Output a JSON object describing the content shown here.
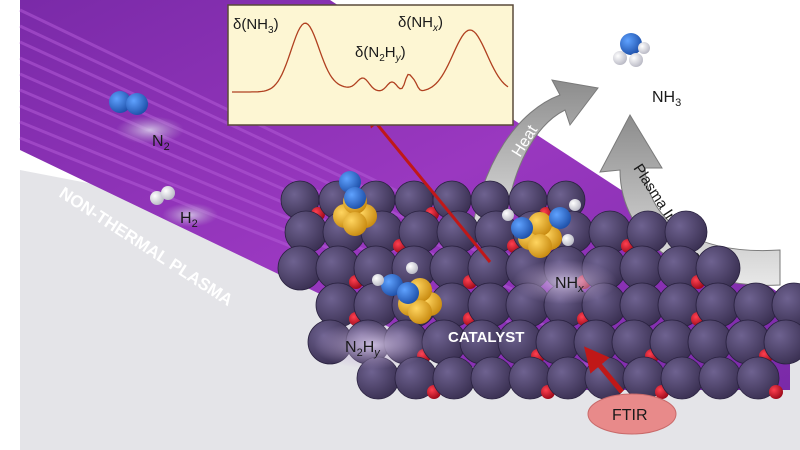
{
  "plasma": {
    "label": "NON-THERMAL PLASMA",
    "color": "#8a2fb2"
  },
  "gas_molecules": {
    "n2_label": "N",
    "n2_sub": "2",
    "h2_label": "H",
    "h2_sub": "2"
  },
  "product": {
    "label": "NH",
    "sub": "3"
  },
  "catalyst": {
    "label": "CATALYST",
    "nhx_label": "NH",
    "nhx_sub": "x",
    "n2hy_label": "N",
    "n2hy_sub1": "2",
    "n2hy_mid": "H",
    "n2hy_sub2": "y"
  },
  "arrows": {
    "heat_label": "Heat",
    "plasma_label": "Plasma Irradiation"
  },
  "ftir": {
    "label": "FTIR",
    "color": "#e88888"
  },
  "spectrum": {
    "peak1_pre": "δ(NH",
    "peak1_sub": "3",
    "peak1_post": ")",
    "peak2_pre": "δ(N",
    "peak2_sub1": "2",
    "peak2_mid": "H",
    "peak2_sub2": "y",
    "peak2_post": ")",
    "peak3_pre": "δ(NH",
    "peak3_sub": "x",
    "peak3_post": ")",
    "background": "#fdf6d3",
    "trace_color": "#b04020"
  },
  "colors": {
    "nitrogen": "#2f6fd0",
    "hydrogen": "#e8e8ec",
    "metal": "#f2b021",
    "support": "#4a3f66",
    "oxygen": "#d2102a",
    "arrow_red": "#c01818"
  }
}
